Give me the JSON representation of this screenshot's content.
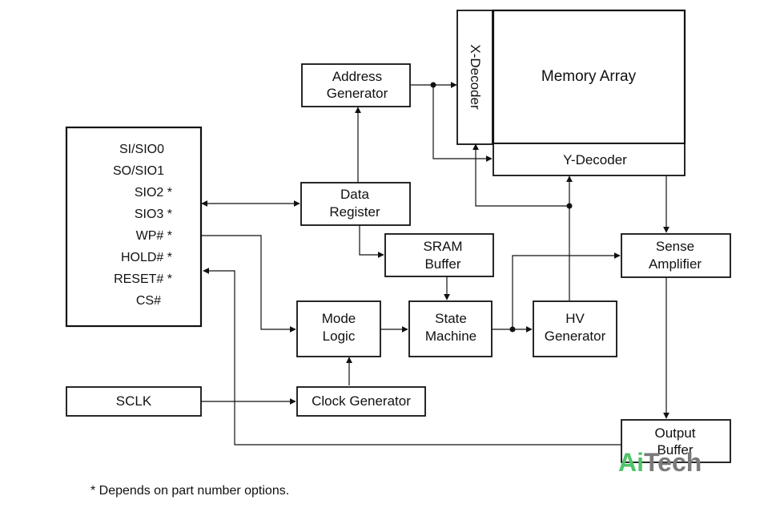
{
  "blocks": {
    "memory_array": "Memory Array",
    "x_decoder": "X-Decoder",
    "y_decoder": "Y-Decoder",
    "address_generator": [
      "Address",
      "Generator"
    ],
    "data_register": [
      "Data",
      "Register"
    ],
    "sram_buffer": [
      "SRAM",
      "Buffer"
    ],
    "sense_amplifier": [
      "Sense",
      "Amplifier"
    ],
    "mode_logic": [
      "Mode",
      "Logic"
    ],
    "state_machine": [
      "State",
      "Machine"
    ],
    "hv_generator": [
      "HV",
      "Generator"
    ],
    "clock_generator": "Clock Generator",
    "output_buffer": [
      "Output",
      "Buffer"
    ],
    "sclk": "SCLK"
  },
  "pins": [
    "SI/SIO0",
    "SO/SIO1",
    "SIO2 *",
    "SIO3 *",
    "WP# *",
    "HOLD# *",
    "RESET# *",
    "CS#"
  ],
  "footnote": "* Depends on part number options.",
  "watermark": {
    "part1": "Ai",
    "part2": "Tech",
    "color_ai": "#4fc46a",
    "color_tech": "#7a7a7a"
  }
}
